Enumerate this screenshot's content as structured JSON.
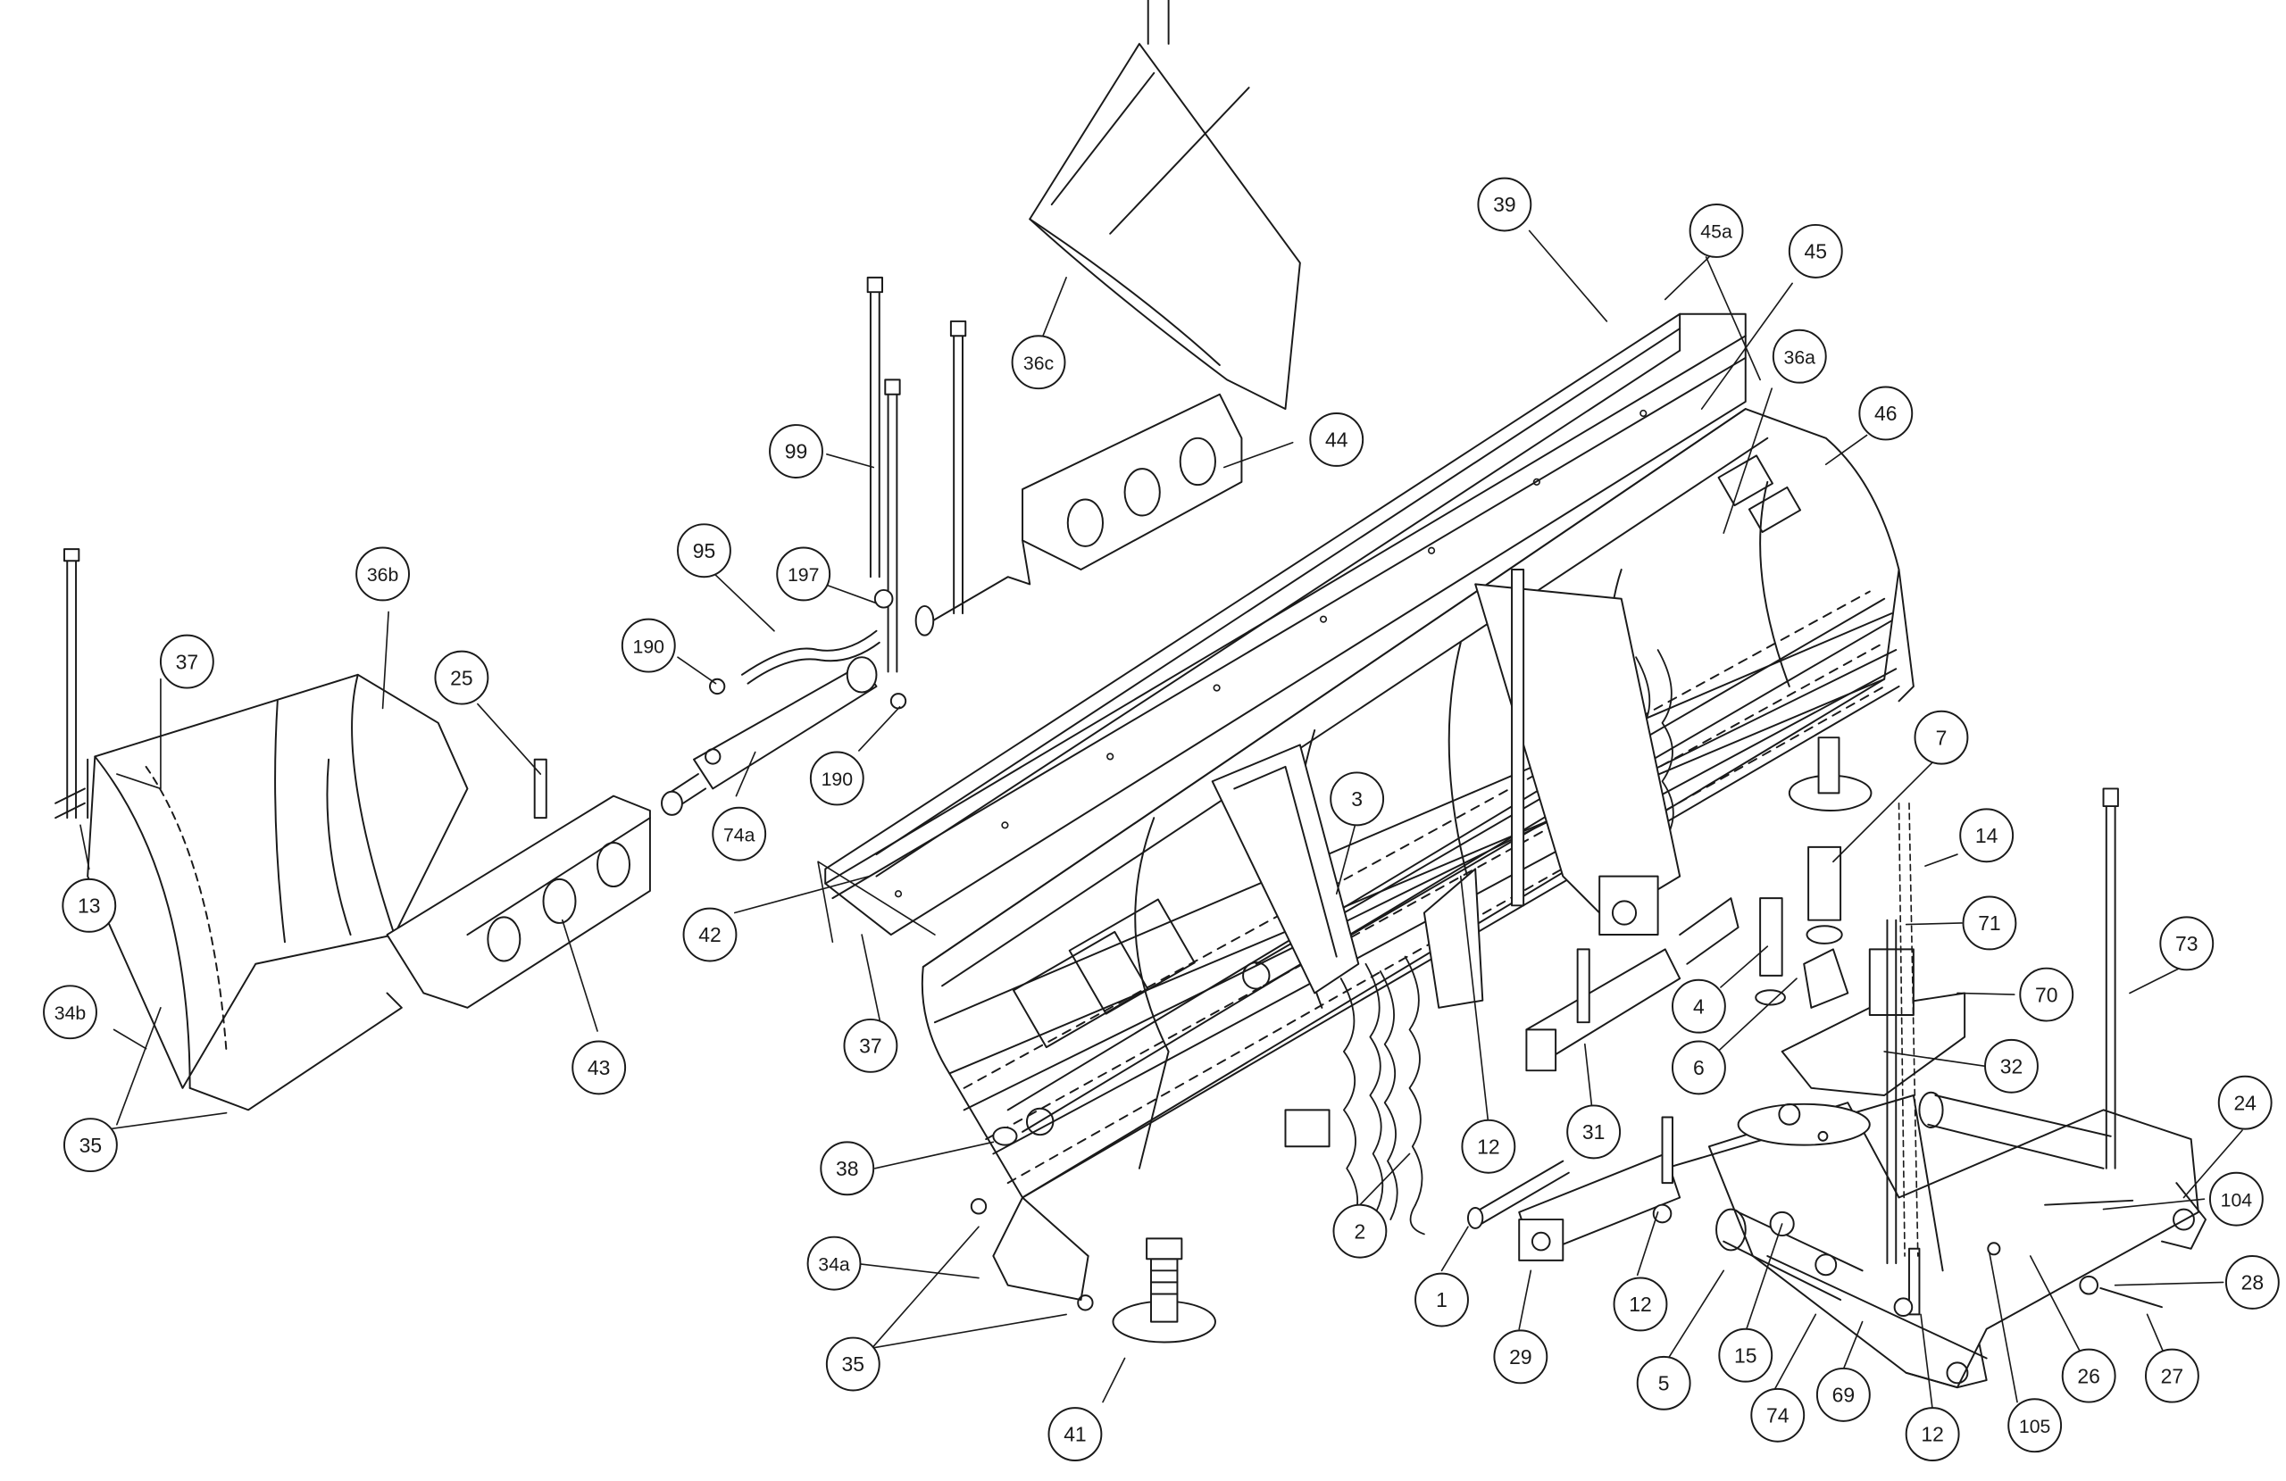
{
  "diagram": {
    "callouts": [
      {
        "id": "c-39",
        "label": "39"
      },
      {
        "id": "c-45a",
        "label": "45a"
      },
      {
        "id": "c-45",
        "label": "45"
      },
      {
        "id": "c-36a",
        "label": "36a"
      },
      {
        "id": "c-46",
        "label": "46"
      },
      {
        "id": "c-36c",
        "label": "36c"
      },
      {
        "id": "c-44",
        "label": "44"
      },
      {
        "id": "c-99",
        "label": "99"
      },
      {
        "id": "c-95",
        "label": "95"
      },
      {
        "id": "c-197",
        "label": "197"
      },
      {
        "id": "c-190a",
        "label": "190"
      },
      {
        "id": "c-190b",
        "label": "190"
      },
      {
        "id": "c-74a",
        "label": "74a"
      },
      {
        "id": "c-42",
        "label": "42"
      },
      {
        "id": "c-37a",
        "label": "37"
      },
      {
        "id": "c-37b",
        "label": "37"
      },
      {
        "id": "c-36b",
        "label": "36b"
      },
      {
        "id": "c-25",
        "label": "25"
      },
      {
        "id": "c-13",
        "label": "13"
      },
      {
        "id": "c-34b",
        "label": "34b"
      },
      {
        "id": "c-35a",
        "label": "35"
      },
      {
        "id": "c-43",
        "label": "43"
      },
      {
        "id": "c-3",
        "label": "3"
      },
      {
        "id": "c-7",
        "label": "7"
      },
      {
        "id": "c-14",
        "label": "14"
      },
      {
        "id": "c-71",
        "label": "71"
      },
      {
        "id": "c-73",
        "label": "73"
      },
      {
        "id": "c-4",
        "label": "4"
      },
      {
        "id": "c-70",
        "label": "70"
      },
      {
        "id": "c-6",
        "label": "6"
      },
      {
        "id": "c-32",
        "label": "32"
      },
      {
        "id": "c-24",
        "label": "24"
      },
      {
        "id": "c-104",
        "label": "104"
      },
      {
        "id": "c-28",
        "label": "28"
      },
      {
        "id": "c-27",
        "label": "27"
      },
      {
        "id": "c-26",
        "label": "26"
      },
      {
        "id": "c-105",
        "label": "105"
      },
      {
        "id": "c-12a",
        "label": "12"
      },
      {
        "id": "c-12b",
        "label": "12"
      },
      {
        "id": "c-12c",
        "label": "12"
      },
      {
        "id": "c-69",
        "label": "69"
      },
      {
        "id": "c-74",
        "label": "74"
      },
      {
        "id": "c-15",
        "label": "15"
      },
      {
        "id": "c-5",
        "label": "5"
      },
      {
        "id": "c-29",
        "label": "29"
      },
      {
        "id": "c-1",
        "label": "1"
      },
      {
        "id": "c-31",
        "label": "31"
      },
      {
        "id": "c-2",
        "label": "2"
      },
      {
        "id": "c-38",
        "label": "38"
      },
      {
        "id": "c-34a",
        "label": "34a"
      },
      {
        "id": "c-35b",
        "label": "35"
      },
      {
        "id": "c-41",
        "label": "41"
      }
    ]
  },
  "colors": {
    "line": "#1a1a1a",
    "background": "#ffffff"
  }
}
